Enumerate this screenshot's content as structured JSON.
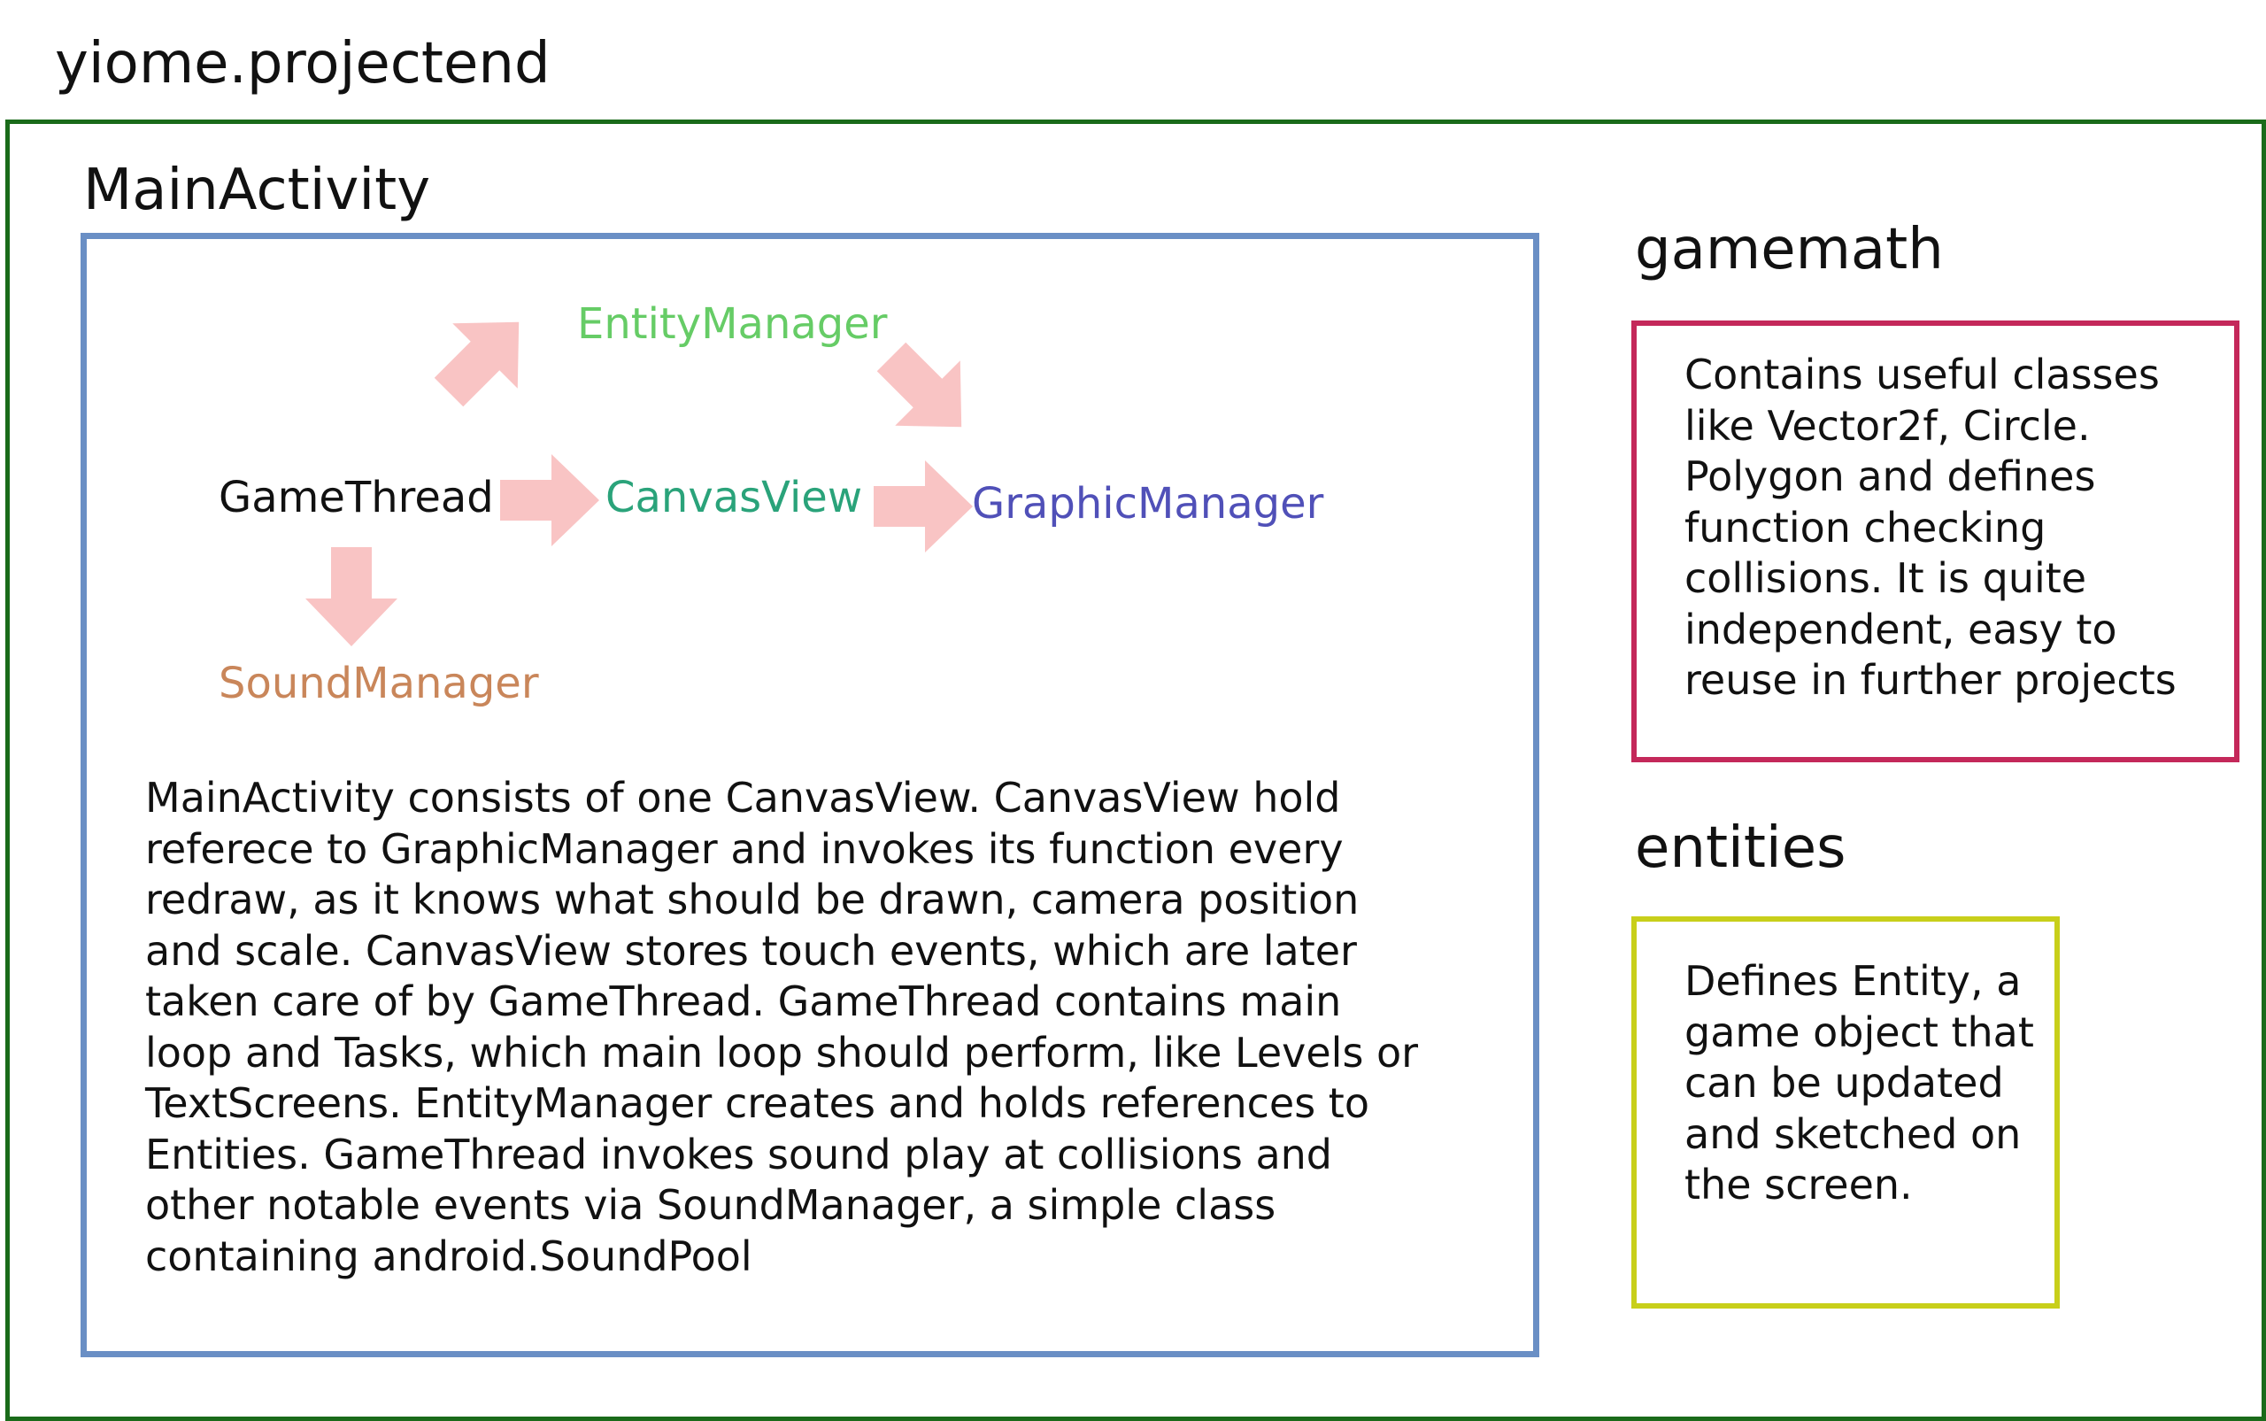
{
  "package": {
    "title": "yiome.projectend",
    "frame_color": "#1a6b1a"
  },
  "main_activity": {
    "title": "MainActivity",
    "frame_color": "#6a8fc5",
    "nodes": {
      "game_thread": {
        "label": "GameThread",
        "color": "#111111"
      },
      "entity_manager": {
        "label": "EntityManager",
        "color": "#66cc66"
      },
      "canvas_view": {
        "label": "CanvasView",
        "color": "#2aa37a"
      },
      "graphic_manager": {
        "label": "GraphicManager",
        "color": "#5050b8"
      },
      "sound_manager": {
        "label": "SoundManager",
        "color": "#c9865a"
      }
    },
    "arrow_color": "#f9c4c4",
    "description": "MainActivity consists of one CanvasView. CanvasView hold\nreferece to GraphicManager and invokes its function every\nredraw, as it knows what should be drawn, camera position\nand scale. CanvasView stores touch events, which are later\ntaken care of by GameThread. GameThread contains main\nloop and Tasks, which main loop should perform, like Levels or\nTextScreens. EntityManager creates and holds references to\nEntities. GameThread invokes sound play at collisions and\nother notable events via SoundManager, a simple class\ncontaining android.SoundPool"
  },
  "gamemath": {
    "title": "gamemath",
    "frame_color": "#c4285a",
    "description": "Contains useful classes\nlike Vector2f, Circle.\nPolygon and defines\nfunction checking\ncollisions. It is quite\nindependent, easy to\nreuse in further projects"
  },
  "entities": {
    "title": "entities",
    "frame_color": "#c8cf1a",
    "description": "Defines Entity, a\ngame object that\ncan be updated\nand sketched on\nthe screen."
  }
}
